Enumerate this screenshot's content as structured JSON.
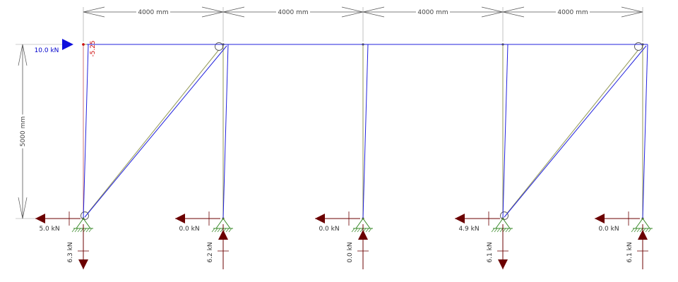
{
  "diagram": {
    "span_labels": [
      "4000 mm",
      "4000 mm",
      "4000 mm",
      "4000 mm"
    ],
    "height_label": "5000 mm",
    "applied_load": "10.0 kN",
    "moment_label": "-5.25",
    "supports": [
      {
        "horizontal": "5.0 kN",
        "vertical": "6.3 kN",
        "vertical_dir": "down"
      },
      {
        "horizontal": "0.0 kN",
        "vertical": "6.2 kN",
        "vertical_dir": "up"
      },
      {
        "horizontal": "0.0 kN",
        "vertical": "0.0 kN",
        "vertical_dir": "up"
      },
      {
        "horizontal": "4.9 kN",
        "vertical": "6.1 kN",
        "vertical_dir": "down"
      },
      {
        "horizontal": "0.0 kN",
        "vertical": "6.1 kN",
        "vertical_dir": "up"
      }
    ],
    "braces": [
      [
        0,
        1
      ],
      [
        3,
        4
      ]
    ],
    "hinges": [
      {
        "col": 1,
        "at": "top"
      },
      {
        "col": 4,
        "at": "top"
      },
      {
        "col": 0,
        "at": "bottom"
      },
      {
        "col": 3,
        "at": "bottom"
      }
    ],
    "colors": {
      "member": "#9aa060",
      "deformed": "#2222dd",
      "reaction": "#6b0000",
      "load": "#1010dd",
      "support": "#3a8a2a",
      "moment": "#cc0000",
      "dimension": "#555555"
    }
  }
}
